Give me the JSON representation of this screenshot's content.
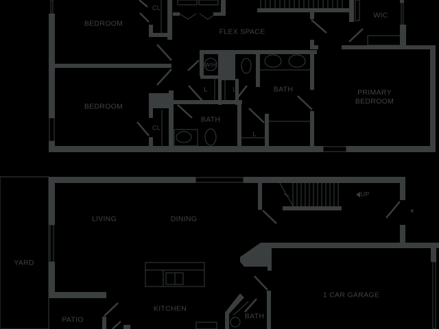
{
  "floorplan": {
    "colors": {
      "background": "#000000",
      "wall": "#3a3e3e",
      "label": "#3f4444"
    },
    "upper_floor": {
      "rooms": [
        {
          "id": "bedroom-1",
          "label": "BEDROOM"
        },
        {
          "id": "closet-1",
          "label": "CL"
        },
        {
          "id": "flex-space",
          "label": "FLEX SPACE"
        },
        {
          "id": "wic",
          "label": "WIC"
        },
        {
          "id": "water-heater",
          "label": "W/H"
        },
        {
          "id": "linen-1",
          "label": "L"
        },
        {
          "id": "linen-2",
          "label": "L"
        },
        {
          "id": "bath-primary",
          "label": "BATH"
        },
        {
          "id": "primary-bedroom",
          "label": "PRIMARY BEDROOM",
          "line1": "PRIMARY",
          "line2": "BEDROOM"
        },
        {
          "id": "bedroom-2",
          "label": "BEDROOM"
        },
        {
          "id": "closet-2",
          "label": "CL"
        },
        {
          "id": "bath-hall",
          "label": "BATH"
        },
        {
          "id": "linen-3",
          "label": "L"
        }
      ]
    },
    "lower_floor": {
      "rooms": [
        {
          "id": "yard",
          "label": "YARD"
        },
        {
          "id": "living",
          "label": "LIVING"
        },
        {
          "id": "dining",
          "label": "DINING"
        },
        {
          "id": "kitchen",
          "label": "KITCHEN"
        },
        {
          "id": "patio",
          "label": "PATIO"
        },
        {
          "id": "bath-lower",
          "label": "BATH"
        },
        {
          "id": "garage",
          "label": "1 CAR GARAGE"
        }
      ],
      "stairs": {
        "label": "UP",
        "direction_icon": "arrow-left-icon"
      },
      "entry_marker": "*"
    }
  }
}
